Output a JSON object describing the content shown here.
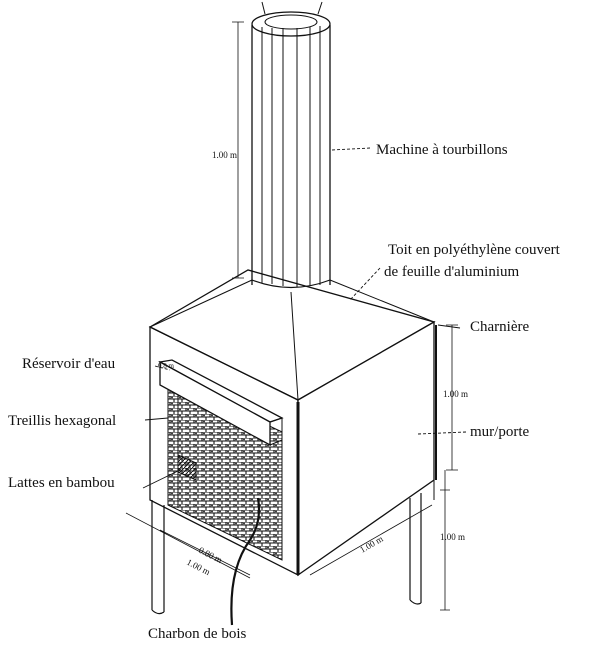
{
  "labels": {
    "vortex": "Machine à tourbillons",
    "roof_line1": "Toit en polyéthylène couvert",
    "roof_line2": "de feuille d'aluminium",
    "hinge": "Charnière",
    "water_tank": "Réservoir d'eau",
    "hex_mesh": "Treillis hexagonal",
    "bamboo": "Lattes en bambou",
    "wall_door": "mur/porte",
    "charcoal": "Charbon de bois"
  },
  "dimensions": {
    "chimney_height": "1.00 m",
    "box_height": "1.00 m",
    "leg_height": "1.00 m",
    "depth_inner": "0.80 m",
    "depth_outer": "1.00 m",
    "width": "1.00 m",
    "tank_small": "0.8 m"
  },
  "colors": {
    "ink": "#111111",
    "paper": "#ffffff"
  }
}
